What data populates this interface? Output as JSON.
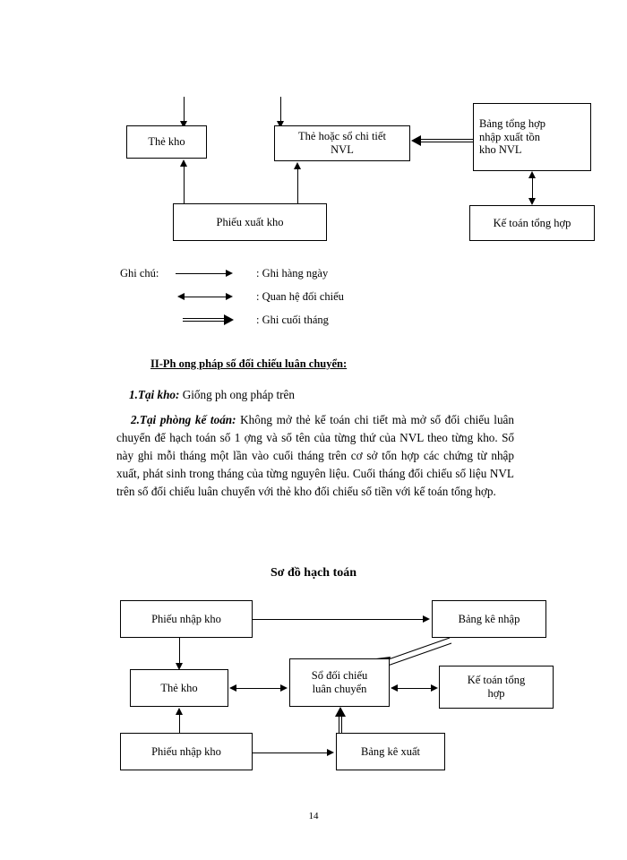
{
  "document": {
    "page_number": "14"
  },
  "diagram_top": {
    "nodes": {
      "the_kho": "Thẻ kho",
      "the_hoac_so_chi_tiet": "Thẻ hoặc sổ chi tiết\nNVL",
      "bang_tong_hop": "Bảng tổng hợp\nnhập xuất tồn\nkho NVL",
      "phieu_xuat_kho": "Phiếu xuất kho",
      "ke_toan_tong_hop": "Kế toán tổng hợp"
    }
  },
  "legend": {
    "title": "Ghi chú:",
    "items": [
      {
        "glyph": "single-arrow-right",
        "text": ": Ghi hàng ngày"
      },
      {
        "glyph": "double-headed-arrow",
        "text": ": Quan hệ đối chiếu"
      },
      {
        "glyph": "double-line-arrow-right",
        "text": ": Ghi cuối tháng"
      }
    ]
  },
  "body": {
    "heading": "II-Ph  ong pháp số đối chiếu luân chuyển:",
    "item1_lead": "1.Tại kho:",
    "item1_text": " Giống ph  ong pháp trên",
    "item2_lead": "2.Tại phòng kế toán:",
    "item2_text": " Không mở thẻ kế toán chi tiết mà mở sổ đối chiếu luân chuyển để hạch toán số 1  ợng và số tên của từng thứ của NVL theo từng kho. Số này ghi mỗi tháng một lần vào cuối tháng trên cơ sở tổn hợp các chứng từ nhập xuất, phát sinh trong tháng của từng nguyên liệu. Cuối tháng đối chiếu số liệu NVL trên sổ đối chiếu luân chuyển với thẻ kho đối chiếu số tiền với kế toán tổng hợp."
  },
  "diagram_bottom": {
    "title": "Sơ đồ hạch toán",
    "nodes": {
      "phieu_nhap_kho_top": "Phiếu nhập kho",
      "bang_ke_nhap": "Bảng kê nhập",
      "the_kho": "Thẻ  kho",
      "so_doi_chieu": "Sổ đối chiếu\nluân chuyển",
      "ke_toan_tong_hop": "Kế toán tổng\nhợp",
      "phieu_nhap_kho_bottom": "Phiếu nhập kho",
      "bang_ke_xuat": "Bảng kê xuất"
    }
  }
}
